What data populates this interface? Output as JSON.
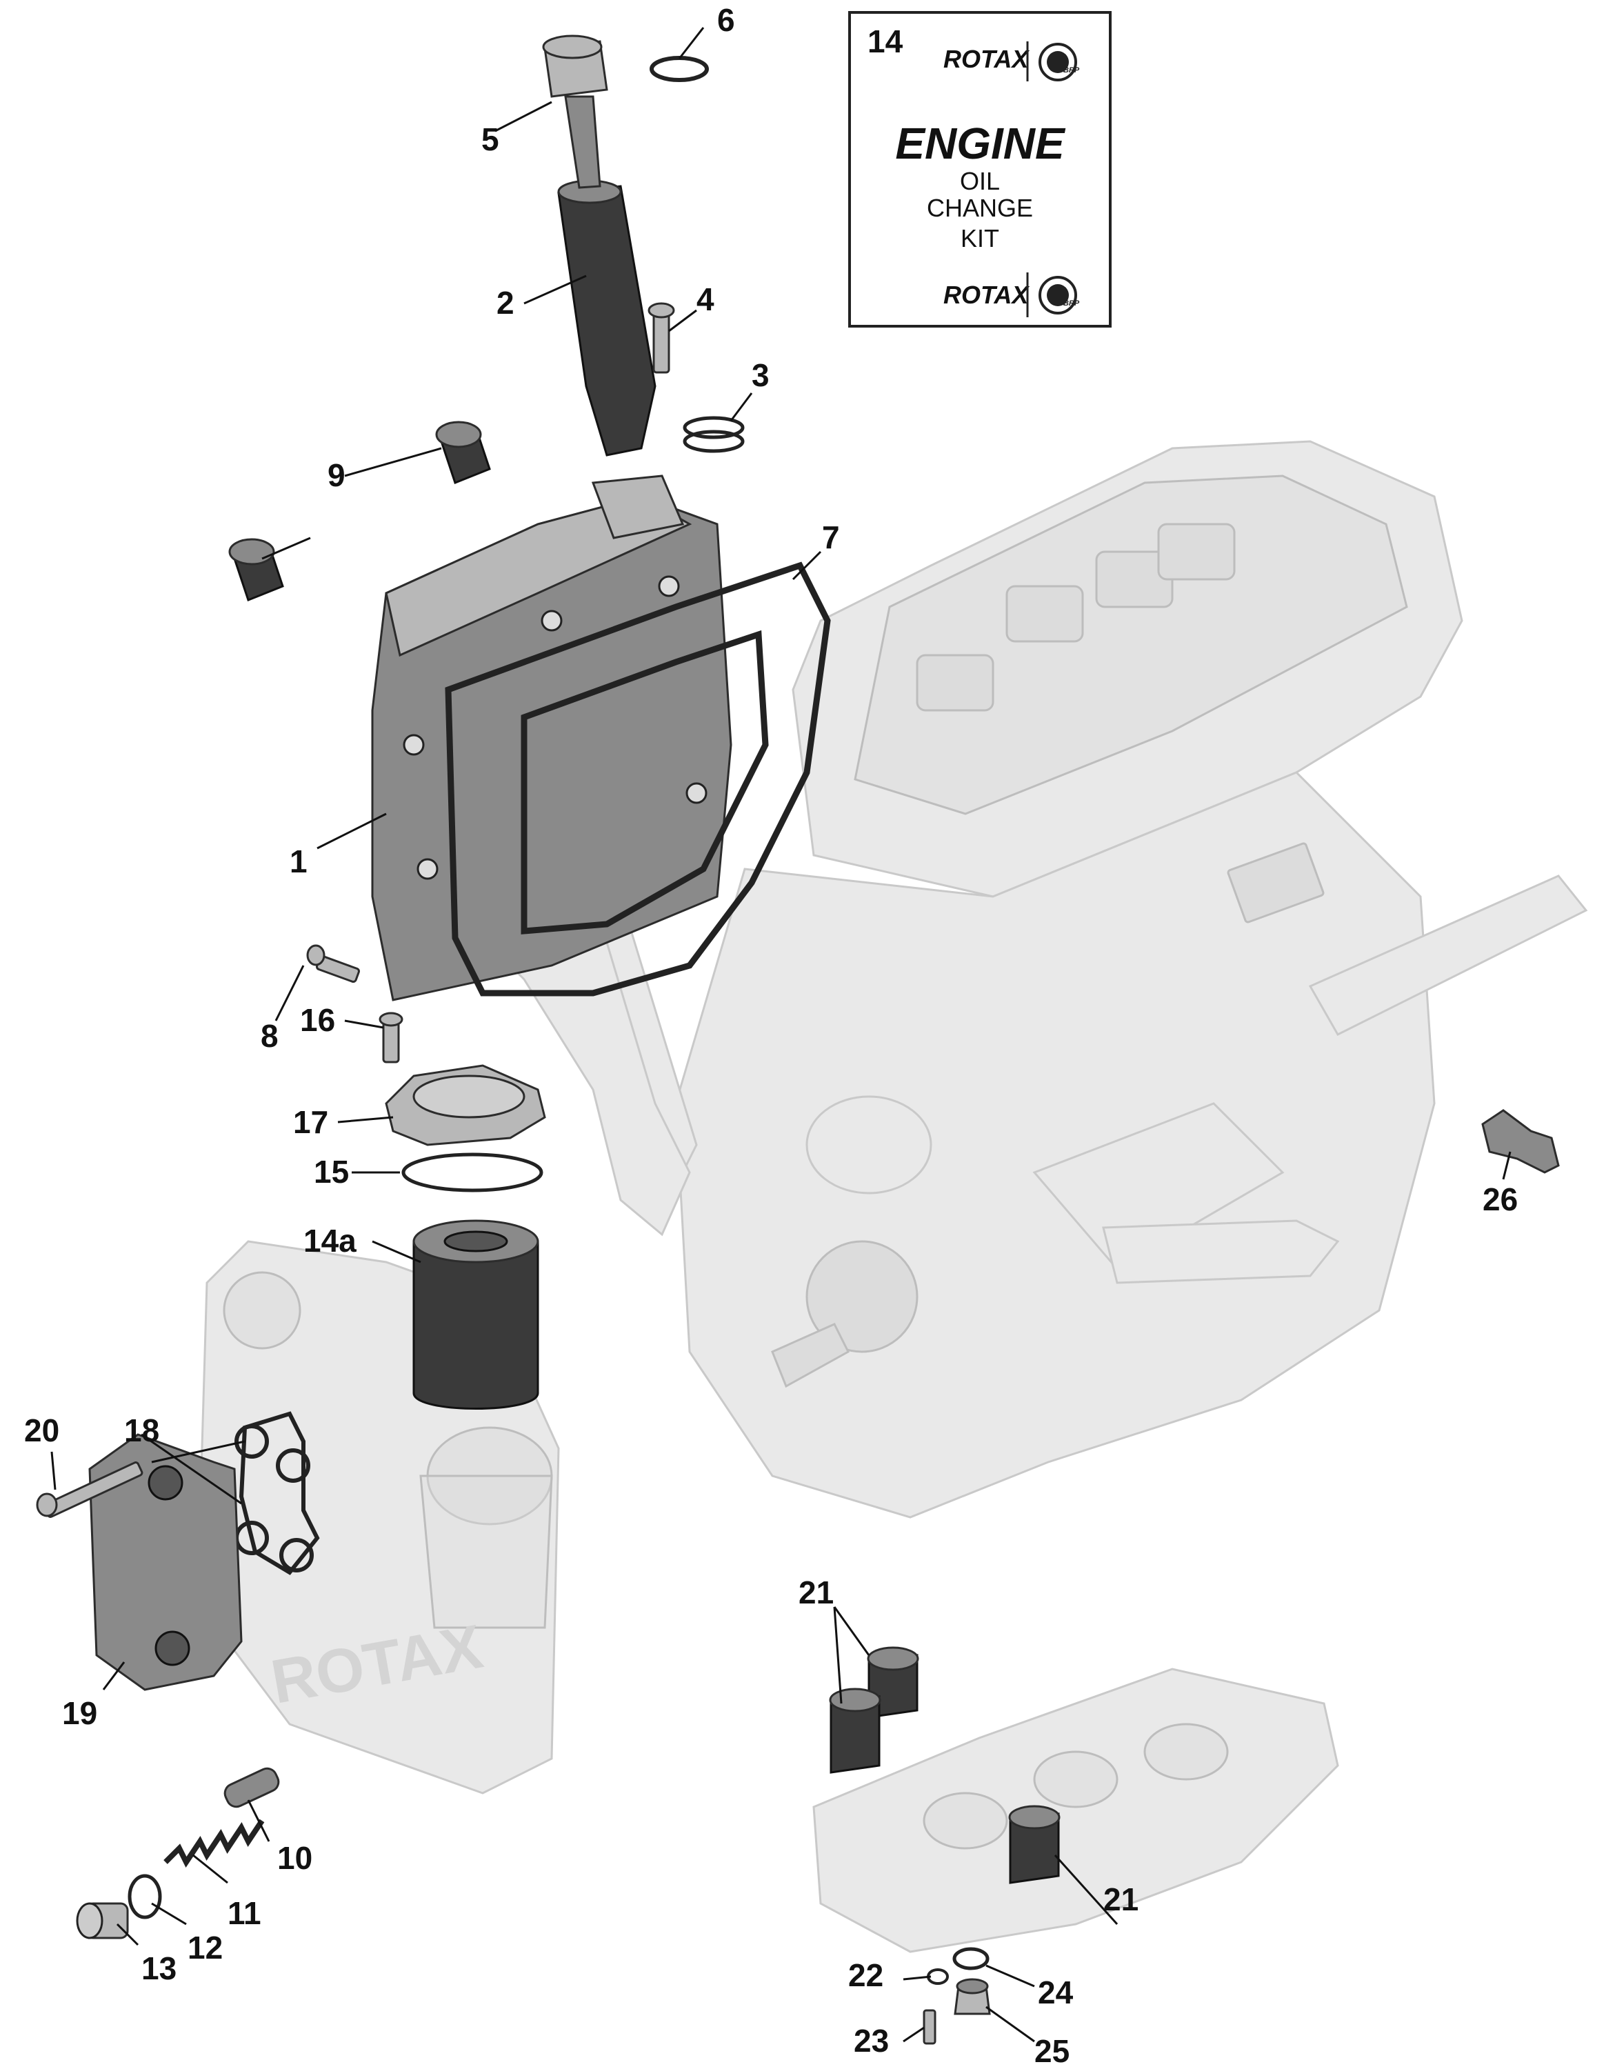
{
  "callouts": {
    "c1": "1",
    "c2": "2",
    "c3": "3",
    "c4": "4",
    "c5": "5",
    "c6": "6",
    "c7": "7",
    "c8": "8",
    "c9": "9",
    "c10": "10",
    "c11": "11",
    "c12": "12",
    "c13": "13",
    "c14a": "14a",
    "c15": "15",
    "c16": "16",
    "c17": "17",
    "c18": "18",
    "c19": "19",
    "c20": "20",
    "c21a": "21",
    "c21b": "21",
    "c22": "22",
    "c23": "23",
    "c24": "24",
    "c25": "25",
    "c26": "26"
  },
  "kit_box": {
    "number": "14",
    "brand_top": "ROTAX",
    "title": "ENGINE",
    "line1": "OIL",
    "line2": "CHANGE",
    "line3": "KIT",
    "brand_bottom": "ROTAX",
    "logo_text": "BRP"
  },
  "engine_labels": {
    "cover_text": "ROTAX"
  },
  "colors": {
    "ghost_fill": "#e9e9e9",
    "part_fill": "#8a8a8a",
    "part_dark": "#3a3a3a",
    "outline": "#2c2c2c"
  }
}
